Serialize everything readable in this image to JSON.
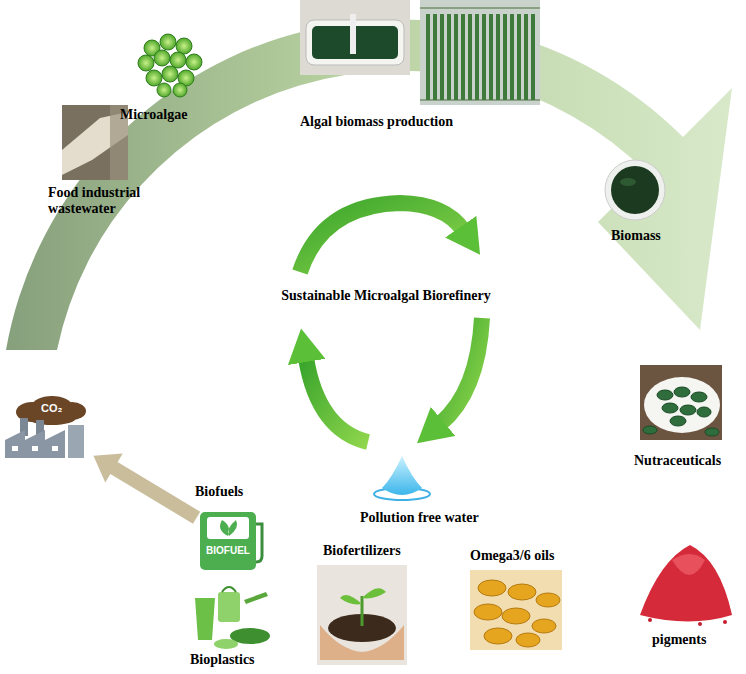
{
  "diagram": {
    "nodes": [
      {
        "text": [
          "Food industrial wastewater"
        ]
      },
      {
        "text": [
          "Microalgae"
        ]
      },
      {
        "text": [
          "Algal biomass production"
        ]
      },
      {
        "text": [
          "Biomass"
        ]
      },
      {
        "text": [
          "Nutraceuticals"
        ]
      },
      {
        "text": [
          "pigments"
        ]
      },
      {
        "text": [
          "Omega3/6 oils"
        ]
      },
      {
        "text": [
          "Biofertilizers"
        ]
      },
      {
        "text": [
          "Pollution free water"
        ]
      },
      {
        "text": [
          "Biofuels",
          "BIOFUEL"
        ]
      },
      {
        "text": [
          "Bioplastics"
        ]
      },
      {
        "text": [
          "CO₂"
        ]
      }
    ],
    "edges": [
      {
        "from": 9,
        "to": 11,
        "arrow": "to"
      }
    ],
    "labels": [
      "Sustainable Microalgal Biorefinery"
    ]
  }
}
